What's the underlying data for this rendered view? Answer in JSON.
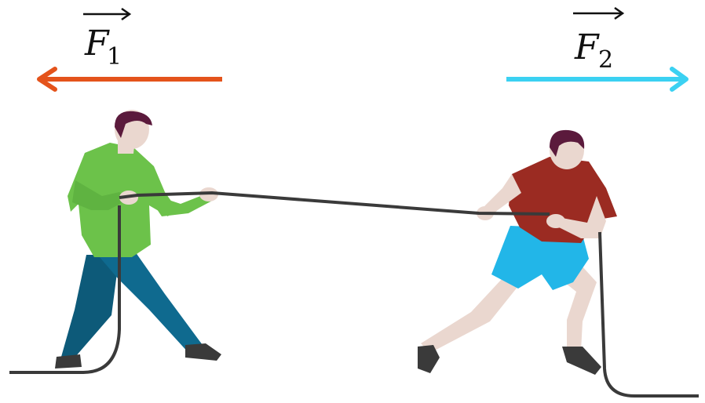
{
  "forces": [
    {
      "symbol": "F",
      "subscript": "1",
      "direction": "left",
      "color": "#e4531b"
    },
    {
      "symbol": "F",
      "subscript": "2",
      "direction": "right",
      "color": "#3bd1f2"
    }
  ],
  "figures": [
    {
      "name": "left-puller",
      "shirt_color": "#6cc24a",
      "pants_color": "#0f6a8f",
      "hair_color": "#5b1a3c",
      "skin_color": "#ead7cf"
    },
    {
      "name": "right-puller",
      "shirt_color": "#9b2b22",
      "shorts_color": "#22b6e8",
      "hair_color": "#5b1a3c",
      "skin_color": "#ead7cf"
    }
  ],
  "rope_color": "#3a3a3a"
}
